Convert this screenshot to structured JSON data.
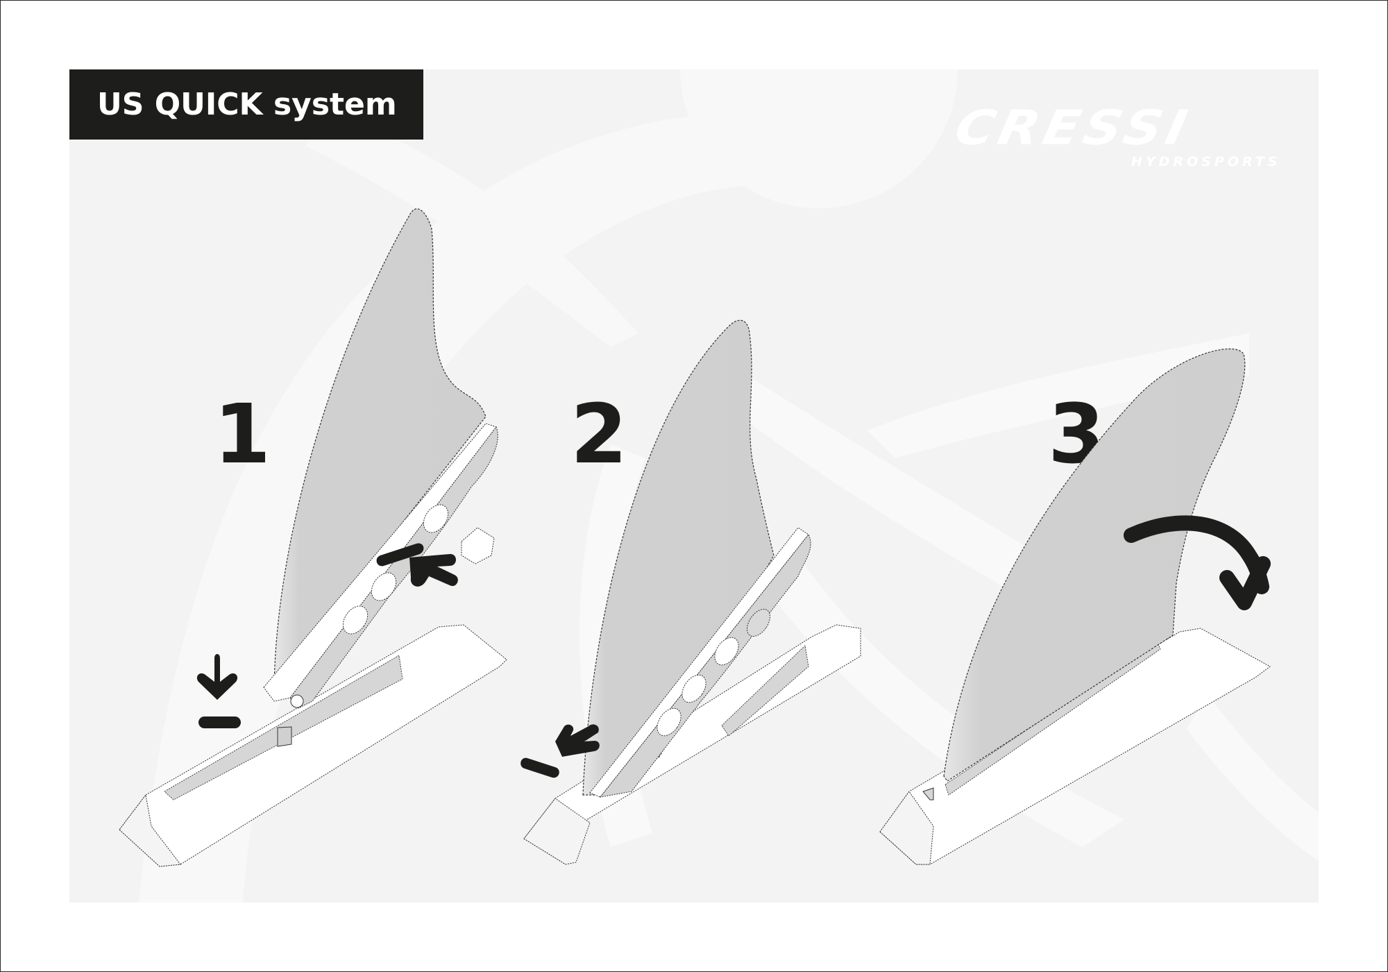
{
  "header": {
    "title": "US QUICK system"
  },
  "brand": {
    "name": "CRESSI",
    "tagline": "HYDROSPORTS"
  },
  "steps": [
    {
      "number": "1",
      "action": "insert-screw-nut-and-lower-fin-into-slot",
      "icons": [
        "press-arrow-icon",
        "down-arrow-icon"
      ]
    },
    {
      "number": "2",
      "action": "slide-fin-forward-in-slot",
      "icons": [
        "slide-arrow-icon"
      ]
    },
    {
      "number": "3",
      "action": "rotate-fin-down-to-lock",
      "icons": [
        "curved-rotate-arrow-icon"
      ]
    }
  ],
  "colors": {
    "frame_border": "#2a2a2a",
    "page_background": "#ffffff",
    "panel_background": "#f3f3f3",
    "title_background": "#1d1d1b",
    "title_text": "#ffffff",
    "step_number": "#1d1d1b",
    "fin_fill": "#d0d0d0",
    "base_fill": "#ffffff",
    "arrow_fill": "#1d1d1b"
  }
}
